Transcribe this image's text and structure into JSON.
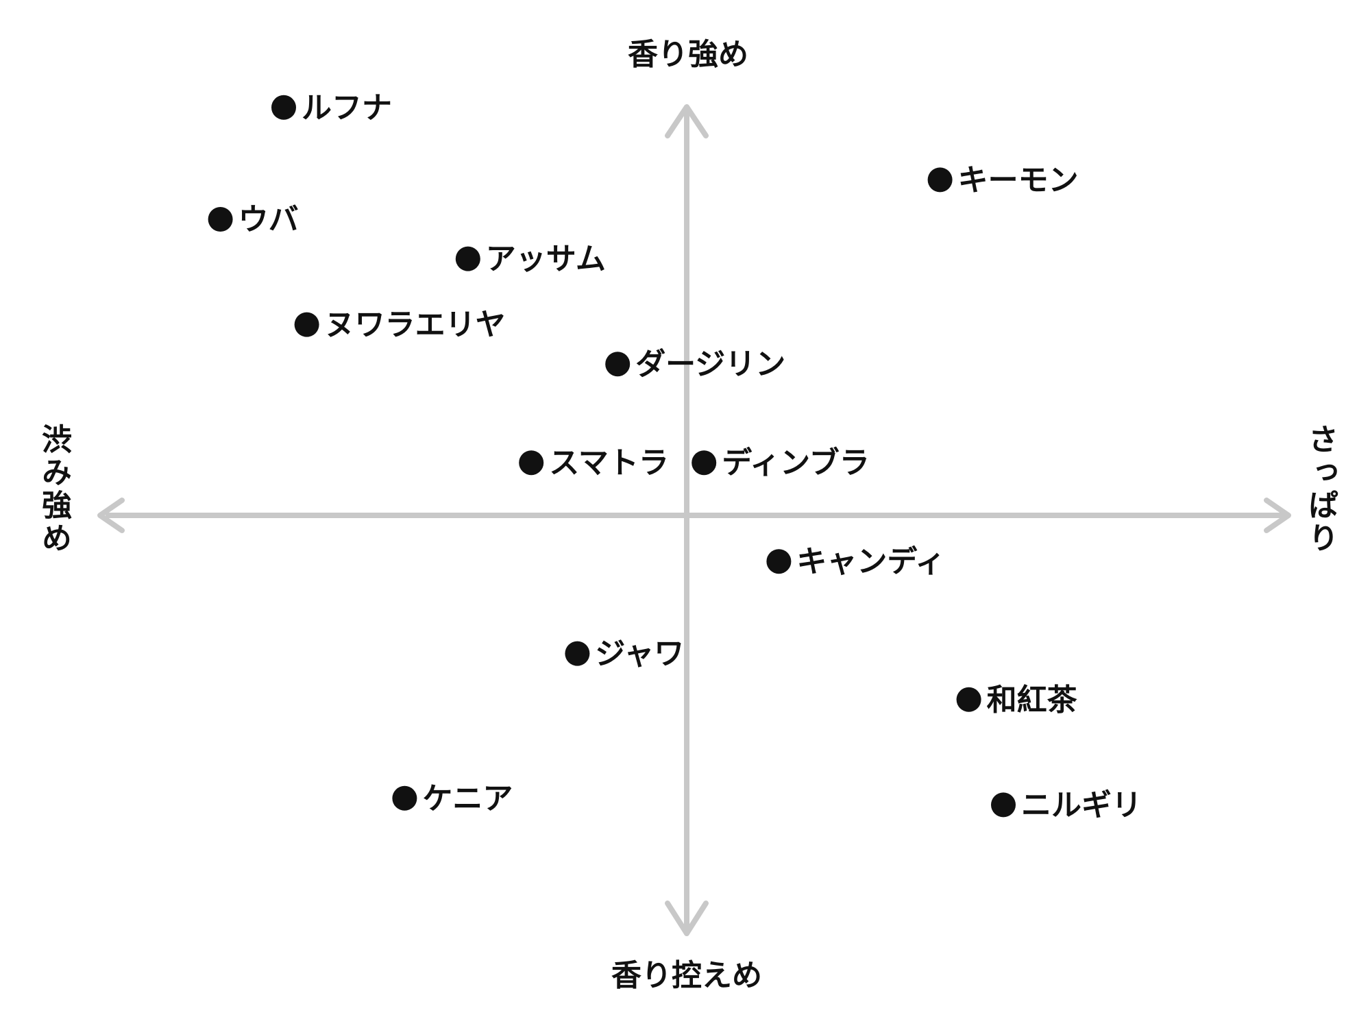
{
  "axes": {
    "top": "香り強め",
    "bottom": "香り控えめ",
    "left": "渋み強め",
    "right": "さっぱり"
  },
  "colors": {
    "axis": "#c8c8c8",
    "marker": "#111111",
    "text": "#111111"
  },
  "chart_data": {
    "type": "scatter",
    "x_axis": {
      "negative_label": "渋み強め",
      "positive_label": "さっぱり",
      "range": [
        -10,
        10
      ]
    },
    "y_axis": {
      "negative_label": "香り控えめ",
      "positive_label": "香り強め",
      "range": [
        -7.5,
        7.5
      ]
    },
    "grid": false,
    "points": [
      {
        "label": "ルフナ",
        "x": -7.0,
        "y": 6.2
      },
      {
        "label": "ウバ",
        "x": -8.1,
        "y": 4.5
      },
      {
        "label": "アッサム",
        "x": -3.8,
        "y": 3.9
      },
      {
        "label": "ヌワラエリヤ",
        "x": -6.6,
        "y": 2.9
      },
      {
        "label": "ダージリン",
        "x": -1.2,
        "y": 2.3
      },
      {
        "label": "スマトラ",
        "x": -2.7,
        "y": 0.8
      },
      {
        "label": "ディンブラ",
        "x": 0.3,
        "y": 0.8
      },
      {
        "label": "キーモン",
        "x": 4.4,
        "y": 5.1
      },
      {
        "label": "キャンディ",
        "x": 1.6,
        "y": -0.7
      },
      {
        "label": "ジャワ",
        "x": -1.9,
        "y": -2.1
      },
      {
        "label": "和紅茶",
        "x": 4.9,
        "y": -2.8
      },
      {
        "label": "ケニア",
        "x": -4.9,
        "y": -4.3
      },
      {
        "label": "ニルギリ",
        "x": 5.5,
        "y": -4.4
      }
    ]
  }
}
